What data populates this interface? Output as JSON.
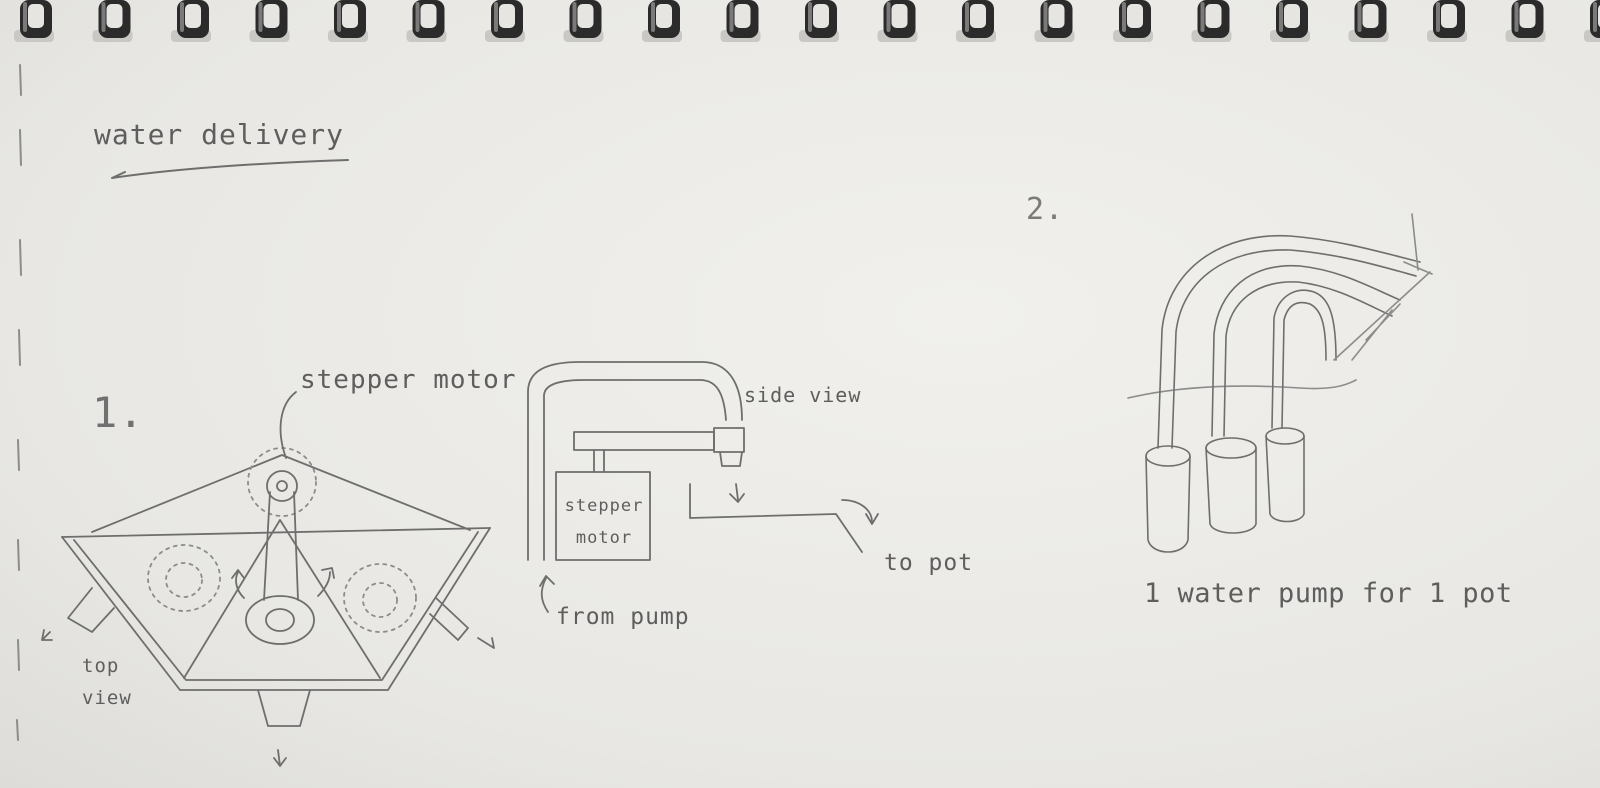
{
  "title": "water delivery",
  "sections": [
    {
      "number": "1.",
      "labels": {
        "stepper_motor_top": "stepper motor",
        "top_view": "top view",
        "side_view": "side view",
        "stepper_motor_box": "stepper motor",
        "from_pump": "from pump",
        "to_pot": "to pot"
      }
    },
    {
      "number": "2.",
      "caption": "1 water pump for 1 pot"
    }
  ],
  "colors": {
    "paper": "#ebeae6",
    "pencil": "#6e6e6e",
    "spiral_binding": "#2b2b2b"
  }
}
